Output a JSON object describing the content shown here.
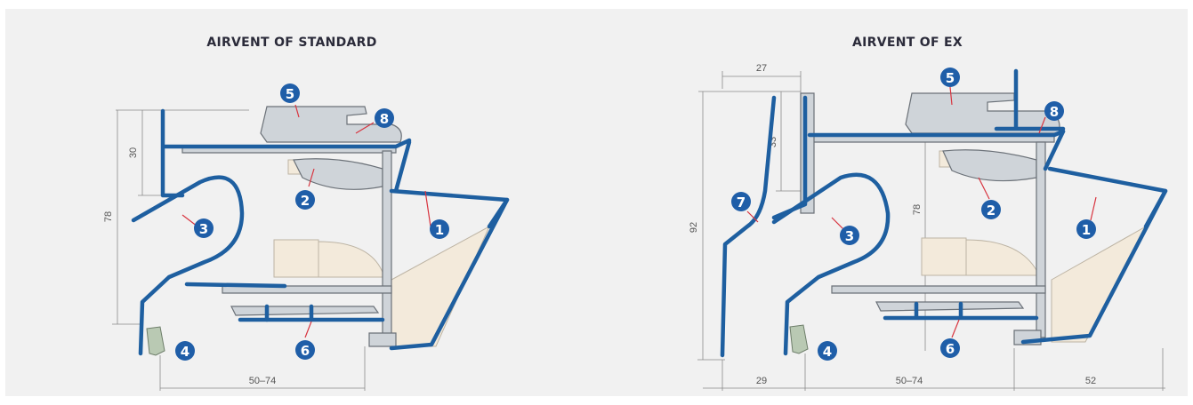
{
  "diagrams": [
    {
      "title": "AIRVENT OF STANDARD",
      "dimensions": {
        "d1": "30",
        "d2": "78",
        "d3": "50–74"
      },
      "badges": {
        "b1": "1",
        "b2": "2",
        "b3": "3",
        "b4": "4",
        "b5": "5",
        "b6": "6",
        "b8": "8"
      }
    },
    {
      "title": "AIRVENT OF EX",
      "dimensions": {
        "d1": "27",
        "d2": "33",
        "d3": "92",
        "d4": "78",
        "d5": "29",
        "d6": "50–74",
        "d7": "52"
      },
      "badges": {
        "b1": "1",
        "b2": "2",
        "b3": "3",
        "b4": "4",
        "b5": "5",
        "b6": "6",
        "b7": "7",
        "b8": "8"
      }
    }
  ],
  "colors": {
    "profile_blue": "#1e5fa0",
    "badge_blue": "#1f5ea8",
    "leader_red": "#d8343f",
    "background": "#f1f1f1"
  }
}
